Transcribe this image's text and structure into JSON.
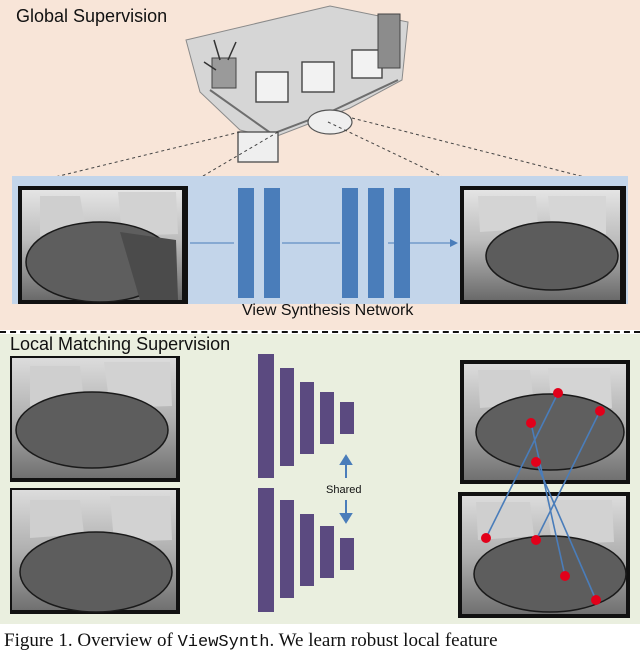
{
  "global": {
    "title": "Global Supervision"
  },
  "network": {
    "label": "View Synthesis Network"
  },
  "local": {
    "title": "Local Matching Supervision",
    "shared_label": "Shared"
  },
  "caption": {
    "prefix": "Figure 1. Overview of ",
    "code": "ViewSynth",
    "suffix": ". We learn robust local feature"
  },
  "colors": {
    "global_bg": "#f8e5d8",
    "network_bg": "#c3d5ea",
    "local_bg": "#eaefdf",
    "network_blocks": "#4a7dba",
    "encoder_blocks": "#5b4a80",
    "match_lines": "#4a7dba",
    "keypoints": "#e2001a"
  },
  "icons": {
    "scene": "3d-room-mesh-icon",
    "arrow": "double-arrow-icon"
  }
}
